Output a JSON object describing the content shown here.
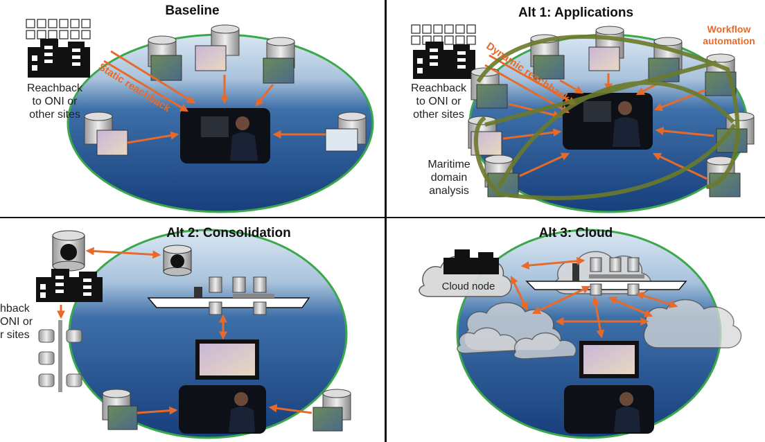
{
  "panels": {
    "baseline": {
      "title": "Baseline",
      "reachback_label": [
        "Reachback",
        "to ONI or",
        "other sites"
      ],
      "arrow_label": "Static reachback"
    },
    "alt1": {
      "title": "Alt 1: Applications",
      "reachback_label": [
        "Reachback",
        "to ONI or",
        "other sites"
      ],
      "arrow_label": "Dynamic reachback",
      "workflow_label": [
        "Workflow",
        "automation"
      ],
      "maritime_label": [
        "Maritime",
        "domain",
        "analysis"
      ]
    },
    "alt2": {
      "title": "Alt 2: Consolidation",
      "reachback_label": [
        "hback",
        "ONI or",
        "r sites"
      ]
    },
    "alt3": {
      "title": "Alt 3: Cloud",
      "cloud_node_label": "Cloud node"
    }
  },
  "colors": {
    "arrow": "#e86a2a",
    "ellipse_border": "#3aa84a",
    "workflow": "#6b7a2a",
    "sea_top": "#cfe0ef",
    "sea_bottom": "#1f4f8f"
  }
}
